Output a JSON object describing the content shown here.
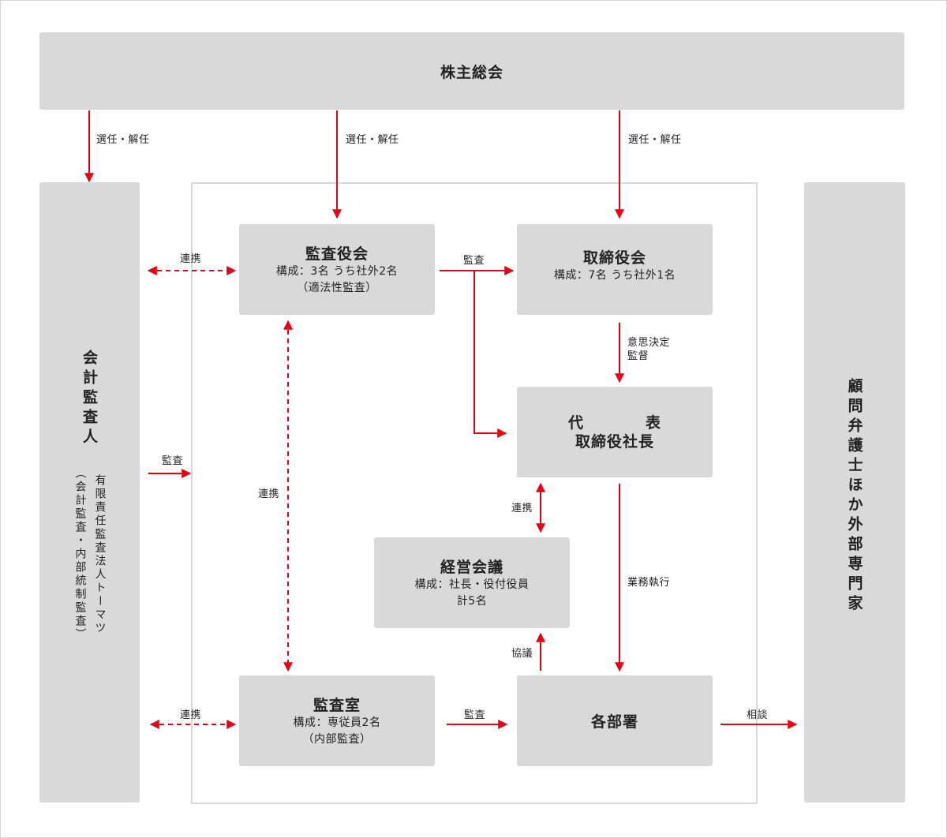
{
  "shareholders": {
    "label": "株主総会"
  },
  "accounting_auditor": {
    "title": "会計監査人",
    "detail": [
      "有限責任監査法人トーマツ",
      "（会計監査・内部統制監査）"
    ]
  },
  "audit_board": {
    "title": "監査役会",
    "line1": "構成：3名 うち社外2名",
    "line2": "（適法性監査）"
  },
  "board": {
    "title": "取締役会",
    "line1": "構成：7名 うち社外1名"
  },
  "representative": {
    "line1_left": "代",
    "line1_right": "表",
    "line2": "取締役社長"
  },
  "management_meeting": {
    "title": "経営会議",
    "line1": "構成：社長・役付役員",
    "line2": "計5名"
  },
  "audit_office": {
    "title": "監査室",
    "line1": "構成：専従員2名",
    "line2": "（内部監査）"
  },
  "departments": {
    "title": "各部署"
  },
  "advisors": {
    "title": "顧問弁護士ほか外部専門家"
  },
  "labels": {
    "elect_1": "選任・解任",
    "elect_2": "選任・解任",
    "elect_3": "選任・解任",
    "coop_1": "連携",
    "audit_1": "監査",
    "decision_1": "意思決定",
    "decision_2": "監督",
    "audit_2": "監査",
    "coop_2": "連携",
    "coop_3": "連携",
    "business": "業務執行",
    "consult_1": "協議",
    "coop_4": "連携",
    "audit_3": "監査",
    "consult_2": "相談"
  },
  "colors": {
    "accent": "#e60012",
    "box": "#d9d9d9",
    "frame": "#d9d9d9"
  }
}
